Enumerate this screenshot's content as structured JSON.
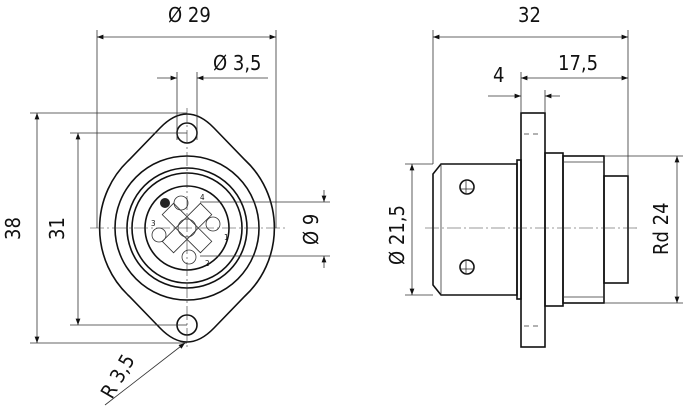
{
  "front_view": {
    "dims": {
      "outer_diameter": "Ø 29",
      "hole_diameter": "Ø 3,5",
      "height": "38",
      "hole_spacing": "31",
      "inner_diameter": "Ø 9",
      "ear_radius": "R 3,5"
    },
    "pin_labels": [
      "1",
      "2",
      "3",
      "4"
    ]
  },
  "side_view": {
    "dims": {
      "length": "32",
      "rear_length": "17,5",
      "flange_thickness": "4",
      "front_diameter": "Ø 21,5",
      "thread": "Rd 24"
    }
  }
}
